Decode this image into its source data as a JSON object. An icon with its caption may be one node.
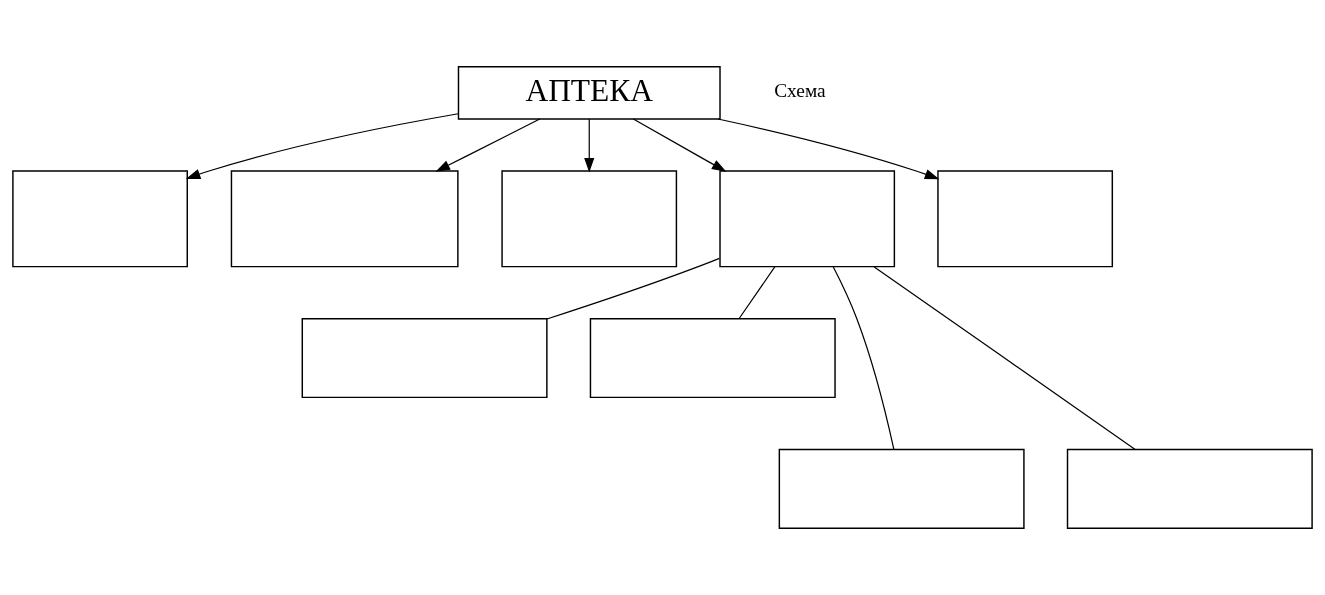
{
  "diagram": {
    "nodes": [
      {
        "text": [
          "АПТЕКА"
        ]
      },
      {
        "text": [],
        "shape": "box"
      },
      {
        "text": [],
        "shape": "box"
      },
      {
        "text": [],
        "shape": "box"
      },
      {
        "text": [],
        "shape": "box"
      },
      {
        "text": [],
        "shape": "box"
      },
      {
        "text": [],
        "shape": "box"
      },
      {
        "text": [],
        "shape": "box"
      },
      {
        "text": [],
        "shape": "box"
      },
      {
        "text": [],
        "shape": "box"
      }
    ],
    "edges": [
      {
        "from": 0,
        "to": 1,
        "arrow": "to"
      },
      {
        "from": 0,
        "to": 2,
        "arrow": "to"
      },
      {
        "from": 0,
        "to": 3,
        "arrow": "to"
      },
      {
        "from": 0,
        "to": 4,
        "arrow": "to"
      },
      {
        "from": 0,
        "to": 5,
        "arrow": "to"
      },
      {
        "from": 4,
        "to": 6,
        "arrow": "none"
      },
      {
        "from": 4,
        "to": 7,
        "arrow": "none"
      },
      {
        "from": 4,
        "to": 8,
        "arrow": "none"
      },
      {
        "from": 4,
        "to": 9,
        "arrow": "none"
      }
    ],
    "labels": [
      "Схема"
    ]
  }
}
